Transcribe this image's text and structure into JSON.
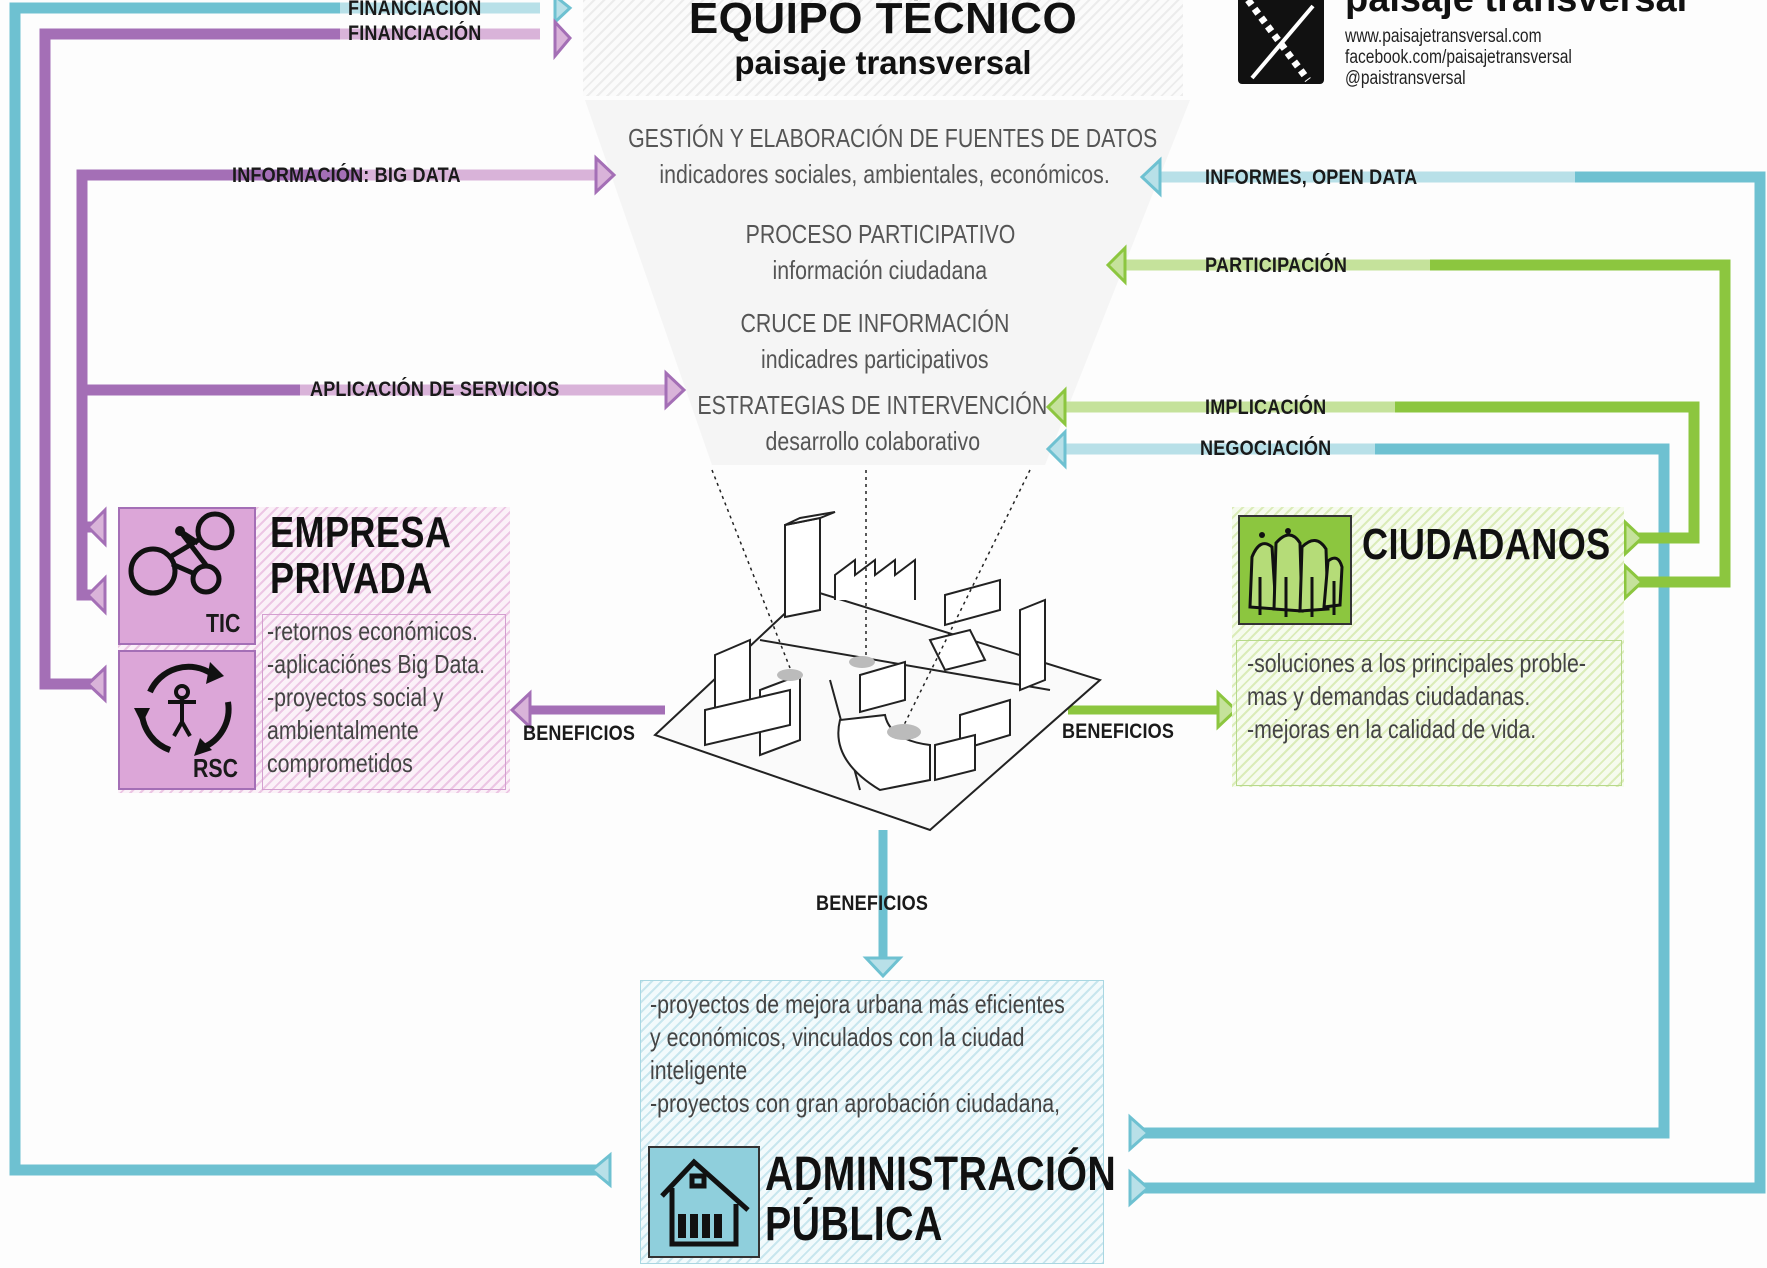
{
  "header": {
    "title": "EQUIPO TÉCNICO",
    "subtitle": "paisaje transversal",
    "brand_name": "paisaje transversal",
    "brand_links": [
      "www.paisajetransversal.com",
      "facebook.com/paisajetransversal",
      "@paistransversal"
    ]
  },
  "center_steps": [
    {
      "title": "GESTIÓN Y ELABORACIÓN DE FUENTES DE DATOS",
      "detail": "indicadores sociales, ambientales, económicos."
    },
    {
      "title": "PROCESO PARTICIPATIVO",
      "detail": "información ciudadana"
    },
    {
      "title": "CRUCE DE INFORMACIÓN",
      "detail": "indicadres participativos"
    },
    {
      "title": "ESTRATEGIAS DE INTERVENCIÓN",
      "detail": "desarrollo colaborativo"
    }
  ],
  "flows": {
    "financiacion_1": "FINANCIACIÓN",
    "financiacion_2": "FINANCIACIÓN",
    "informacion_big_data": "INFORMACIÓN: BIG DATA",
    "aplicacion_servicios": "APLICACIÓN DE SERVICIOS",
    "informes_open_data": "INFORMES, OPEN DATA",
    "participacion": "PARTICIPACIÓN",
    "implicacion": "IMPLICACIÓN",
    "negociacion": "NEGOCIACIÓN",
    "beneficios_left": "BENEFICIOS",
    "beneficios_right": "BENEFICIOS",
    "beneficios_bottom": "BENEFICIOS"
  },
  "empresa": {
    "title_line1": "EMPRESA",
    "title_line2": "PRIVADA",
    "tic_label": "TIC",
    "rsc_label": "RSC",
    "benefits": [
      "-retornos económicos.",
      "-aplicaciónes Big Data.",
      "-proyectos social y",
      "ambientalmente",
      "comprometidos"
    ]
  },
  "ciudadanos": {
    "title": "CIUDADANOS",
    "benefits": [
      "-soluciones a los principales proble-",
      "mas y demandas ciudadanas.",
      "-mejoras en la calidad de vida."
    ]
  },
  "administracion": {
    "title_line1": "ADMINISTRACIÓN",
    "title_line2": "PÚBLICA",
    "benefits": [
      "-proyectos de mejora urbana más eficientes",
      "y económicos, vinculados con la ciudad",
      "inteligente",
      "-proyectos con gran aprobación ciudadana,"
    ]
  },
  "colors": {
    "purple": "#a46fb6",
    "purple_light": "#d9b3d9",
    "green": "#8cc63f",
    "green_light": "#c5e29b",
    "blue": "#6ec1d1",
    "blue_light": "#b8e0e8"
  }
}
